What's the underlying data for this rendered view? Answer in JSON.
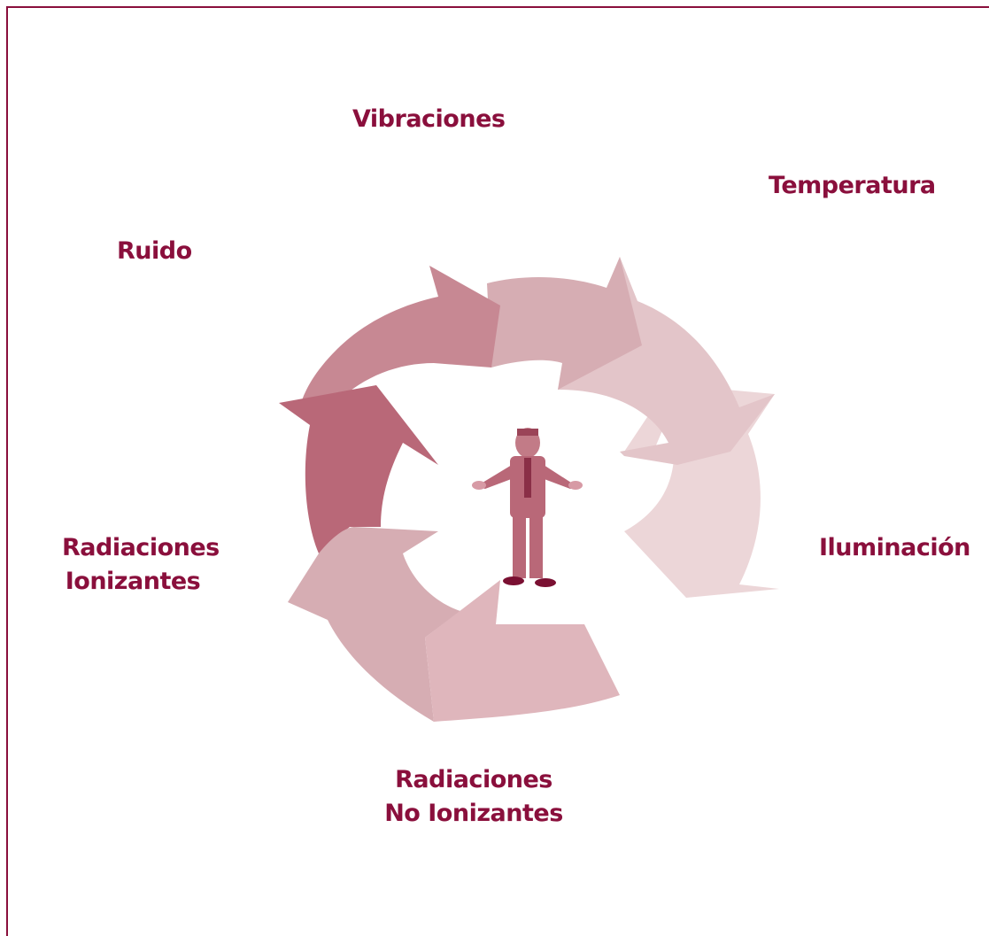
{
  "labels": {
    "vibraciones": "Vibraciones",
    "temperatura": "Temperatura",
    "ruido": "Ruido",
    "iluminacion": "Iluminación",
    "radiaciones_ionizantes_1": "Radiaciones",
    "radiaciones_ionizantes_2": "Ionizantes",
    "radiaciones_no_ionizantes_1": "Radiaciones",
    "radiaciones_no_ionizantes_2": "No Ionizantes"
  },
  "colors": {
    "label": "#8a0f3c",
    "border": "#8a0f3c",
    "arrow_darkest": "#b96878",
    "arrow_dark": "#c78893",
    "arrow_mid": "#d6adb3",
    "arrow_light": "#e3c5c9",
    "arrow_lightest": "#ecd6d8"
  },
  "icons": {
    "center_figure": "businessman-shrugging-icon"
  }
}
